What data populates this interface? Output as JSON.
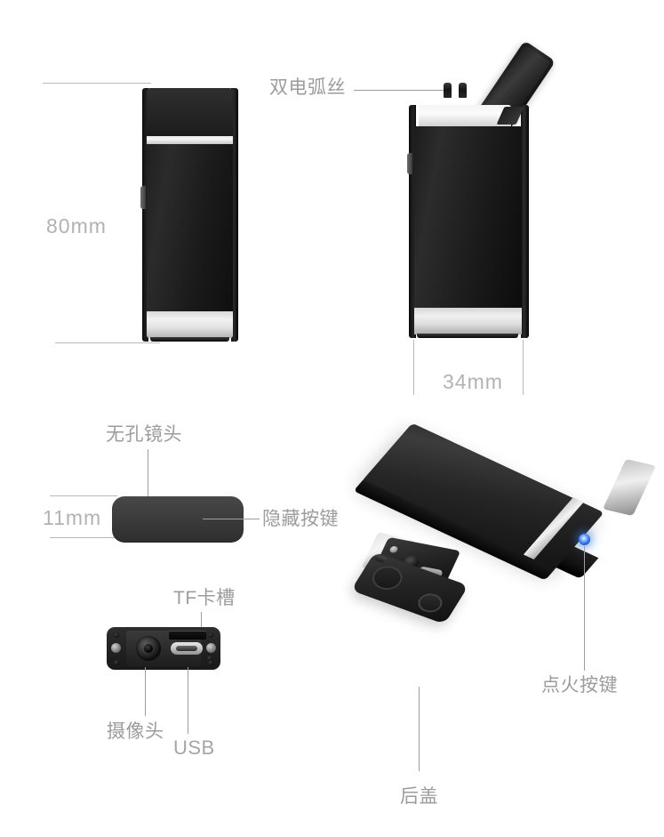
{
  "page": {
    "title": "USB Arc Lighter Hidden Camera - Product Dimension Diagram",
    "background_color": "#ffffff",
    "label_color": "#9a9a9a",
    "dimension_color": "#b2b2b2",
    "led_color": "#2f6fe0"
  },
  "views": {
    "front": {
      "name": "front-elevation-view",
      "dimension": {
        "label": "80mm",
        "axis": "vertical"
      }
    },
    "open": {
      "name": "open-lid-view",
      "dimension": {
        "label": "34mm",
        "axis": "horizontal"
      },
      "callout": {
        "label": "双电弧丝",
        "target": "dual-arc-electrodes"
      }
    },
    "edge": {
      "name": "edge-profile-view",
      "dimension": {
        "label": "11mm",
        "axis": "vertical"
      },
      "callouts": [
        {
          "label": "无孔镜头",
          "target": "pinhole-free-lens",
          "position": "top"
        },
        {
          "label": "隐藏按键",
          "target": "hidden-button",
          "position": "right"
        }
      ]
    },
    "endcap": {
      "name": "end-cap-ports-view",
      "callouts": [
        {
          "label": "TF卡槽",
          "target": "tf-card-slot",
          "position": "top"
        },
        {
          "label": "摄像头",
          "target": "camera-lens",
          "position": "bottom-left"
        },
        {
          "label": "USB",
          "target": "usb-port",
          "position": "bottom-right"
        }
      ]
    },
    "perspective": {
      "name": "three-quarter-perspective-view",
      "callouts": [
        {
          "label": "点火按键",
          "target": "ignition-button-led",
          "position": "bottom-right"
        },
        {
          "label": "后盖",
          "target": "back-cover",
          "position": "bottom"
        }
      ]
    }
  },
  "labels": {
    "dim_80": "80mm",
    "dim_34": "34mm",
    "dim_11": "11mm",
    "dual_arc": "双电弧丝",
    "pinhole_lens": "无孔镜头",
    "hidden_button": "隐藏按键",
    "tf_slot": "TF卡槽",
    "camera": "摄像头",
    "usb": "USB",
    "ignition_button": "点火按键",
    "back_cover": "后盖"
  }
}
